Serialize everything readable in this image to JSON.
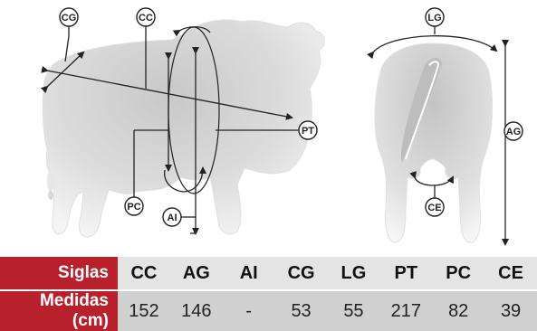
{
  "labels": {
    "cg": "CG",
    "cc": "CC",
    "pt": "PT",
    "pc": "PC",
    "ai": "AI",
    "lg": "LG",
    "ag": "AG",
    "ce": "CE"
  },
  "table": {
    "row1_header": "Siglas",
    "row2_header": "Medidas (cm)",
    "siglas": [
      "CC",
      "AG",
      "AI",
      "CG",
      "LG",
      "PT",
      "PC",
      "CE"
    ],
    "medidas": [
      "152",
      "146",
      "-",
      "53",
      "55",
      "217",
      "82",
      "39"
    ]
  },
  "colors": {
    "header_red": "#b8202c",
    "line": "#222222"
  }
}
